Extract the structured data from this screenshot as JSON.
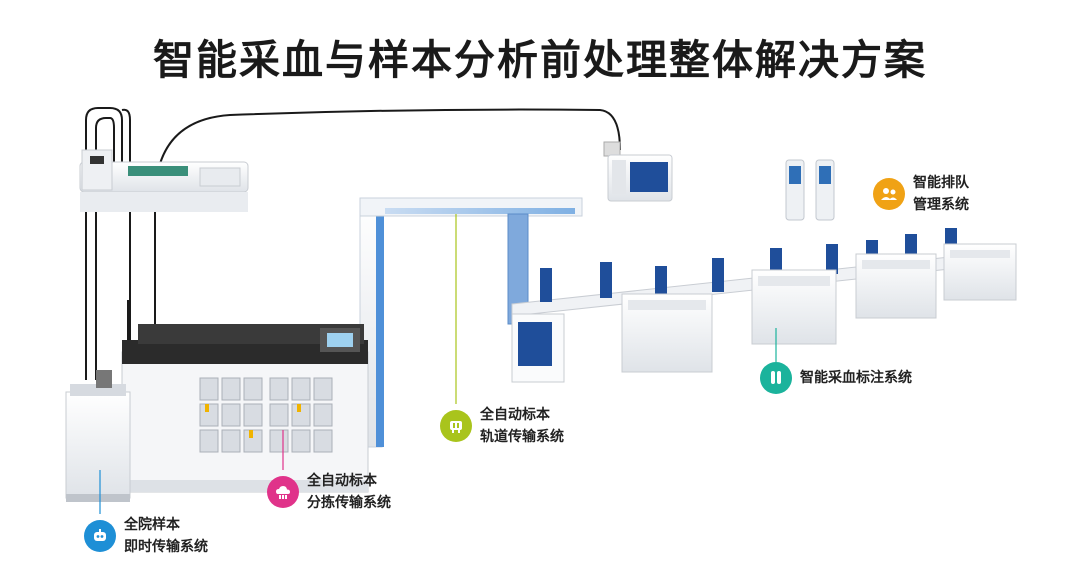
{
  "title": "智能采血与样本分析前处理整体解决方案",
  "colors": {
    "queue": "#f0a215",
    "blood": "#1bb39c",
    "track": "#a9c41c",
    "sort": "#e0338a",
    "transport": "#1e8fd6",
    "device_white": "#f5f6f8",
    "device_blue": "#1f4e9a",
    "line": "#1a1a1a"
  },
  "labels": {
    "queue": {
      "line1": "智能排队",
      "line2": "管理系统",
      "icon": "queue-people-icon"
    },
    "blood": {
      "line1": "智能采血标注系统",
      "icon": "test-tube-icon"
    },
    "track": {
      "line1": "全自动标本",
      "line2": "轨道传输系统",
      "icon": "track-transport-icon"
    },
    "sort": {
      "line1": "全自动标本",
      "line2": "分拣传输系统",
      "icon": "cloud-sort-icon"
    },
    "transport": {
      "line1": "全院样本",
      "line2": "即时传输系统",
      "icon": "robot-icon"
    }
  }
}
